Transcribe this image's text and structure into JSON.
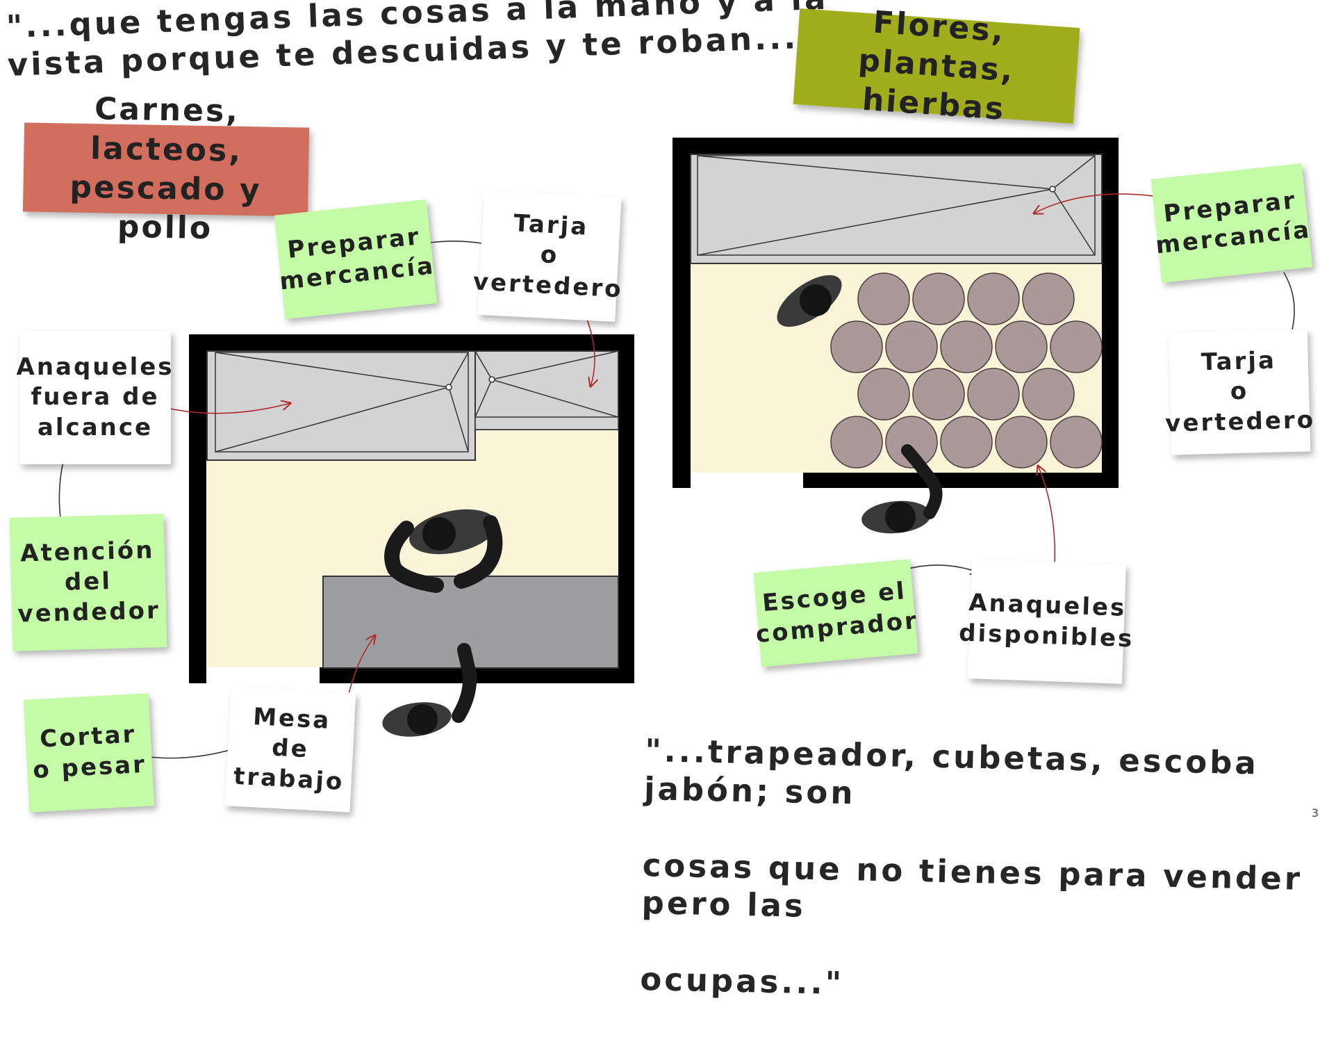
{
  "quotes": {
    "top": "\"...que tengas las cosas a la mano y a la\nvista porque te descuidas y te roban...\"",
    "bottom_line1": "\"...trapeador, cubetas, escoba jabón; son",
    "bottom_line2": "cosas que no tienes para vender pero las",
    "bottom_line3": "ocupas...\""
  },
  "left_layout": {
    "category": "Carnes, lacteos,\npescado y pollo",
    "notes": {
      "prepare": "Preparar\nmercancía",
      "sink": "Tarja\no\nvertedero",
      "shelves": "Anaqueles\nfuera de\nalcance",
      "attention": "Atención\ndel\nvendedor",
      "cut": "Cortar\no pesar",
      "table": "Mesa\nde\ntrabajo"
    }
  },
  "right_layout": {
    "category": "Flores, plantas,\nhierbas",
    "notes": {
      "prepare": "Preparar\nmercancía",
      "sink": "Tarja\no\nvertedero",
      "buyer": "Escoge el\ncomprador",
      "shelves": "Anaqueles\ndisponibles"
    }
  },
  "page_number": "3",
  "colors": {
    "floor": "#fbf4d8",
    "wall": "#000000",
    "shelf": "#d3d3d3",
    "counter": "#9e9ea0",
    "pot": "#ab9898",
    "arrow": "#b02a2a",
    "note_green": "#c4fba6",
    "note_salmon": "#d16e5e",
    "note_olive": "#a2ad1e"
  }
}
